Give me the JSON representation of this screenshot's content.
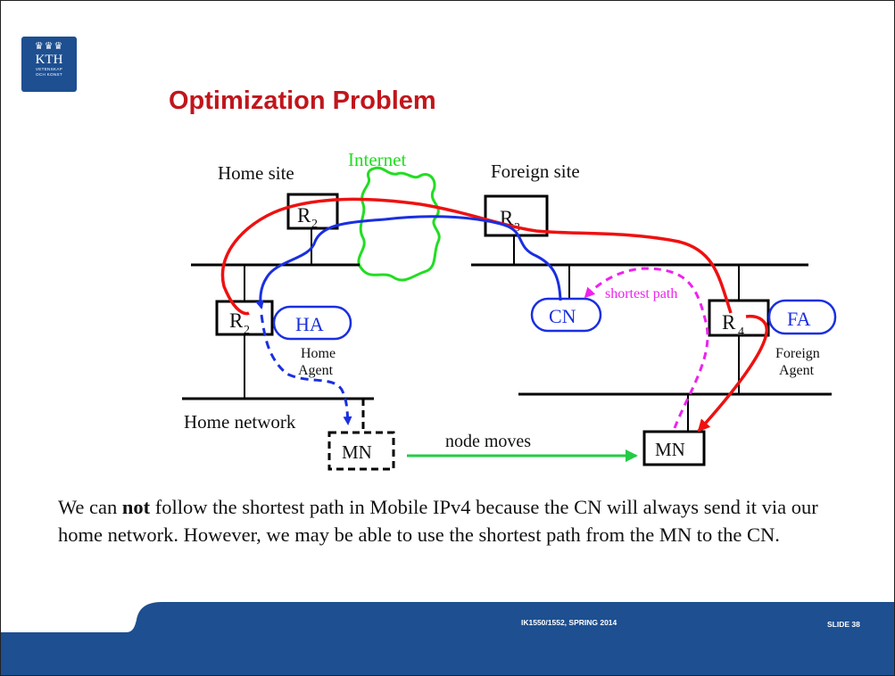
{
  "logo": {
    "text": "KTH",
    "subtext_line1": "VETENSKAP",
    "subtext_line2": "OCH KONST"
  },
  "slide_title": "Optimization Problem",
  "diagram": {
    "labels": {
      "home_site": "Home site",
      "internet": "Internet",
      "foreign_site": "Foreign site",
      "router_home_top": "R",
      "router_home_top_sub": "2",
      "router_foreign_top": "R",
      "router_foreign_top_sub": "3",
      "router_home_lan": "R",
      "router_home_lan_sub": "2",
      "router_foreign_lan": "R",
      "router_foreign_lan_sub": "4",
      "ha": "HA",
      "home_agent_line1": "Home",
      "home_agent_line2": "Agent",
      "cn": "CN",
      "shortest_path": "shortest path",
      "fa": "FA",
      "foreign_agent_line1": "Foreign",
      "foreign_agent_line2": "Agent",
      "home_network": "Home network",
      "mn_home": "MN",
      "node_moves": "node moves",
      "mn_foreign": "MN"
    },
    "colors": {
      "internet": "#22dd22",
      "red_path": "#ee1111",
      "blue_path": "#1a2fe0",
      "shortest_path": "#ee22ee",
      "move_arrow": "#22cc44",
      "agent": "#1a2fe0"
    }
  },
  "body": {
    "text_before": "We can ",
    "text_bold": "not",
    "text_after": " follow the shortest path in Mobile IPv4 because the CN will always send it via our home network. However, we may be able to use the shortest path from the MN to the CN."
  },
  "footer": {
    "course": "IK1550/1552, SPRING 2014",
    "slide_number": "SLIDE 38",
    "color": "#1d4f91"
  }
}
